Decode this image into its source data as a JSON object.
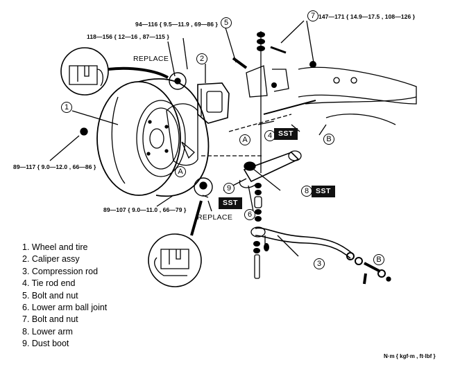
{
  "diagram": {
    "title": "Front suspension exploded view",
    "torque_specs": [
      {
        "id": "torque-caliper-upper",
        "text": "94—116 { 9.5—11.9 , 69—86 }"
      },
      {
        "id": "torque-knuckle-nut",
        "text": "118—156 { 12—16 , 87—115 }"
      },
      {
        "id": "torque-lower-arm-bolt",
        "text": "147—171 { 14.9—17.5 , 108—126 }"
      },
      {
        "id": "torque-wheel-nut",
        "text": "89—117 { 9.0—12.0 , 66—86 }"
      },
      {
        "id": "torque-ball-joint-nut",
        "text": "89—107 { 9.0—11.0 , 66—79 }"
      }
    ],
    "replace_labels": [
      "REPLACE",
      "REPLACE"
    ],
    "callouts": [
      "1",
      "2",
      "3",
      "4",
      "5",
      "6",
      "7",
      "8",
      "9"
    ],
    "reference_marks": [
      "A",
      "A",
      "B",
      "B"
    ],
    "sst_labels": [
      "SST",
      "SST",
      "SST"
    ],
    "legend": [
      "1. Wheel and tire",
      "2. Caliper assy",
      "3. Compression rod",
      "4. Tie rod end",
      "5. Bolt and nut",
      "6. Lower arm ball joint",
      "7. Bolt and nut",
      "8. Lower arm",
      "9. Dust boot"
    ],
    "units": "N·m { kgf·m , ft·lbf }"
  }
}
